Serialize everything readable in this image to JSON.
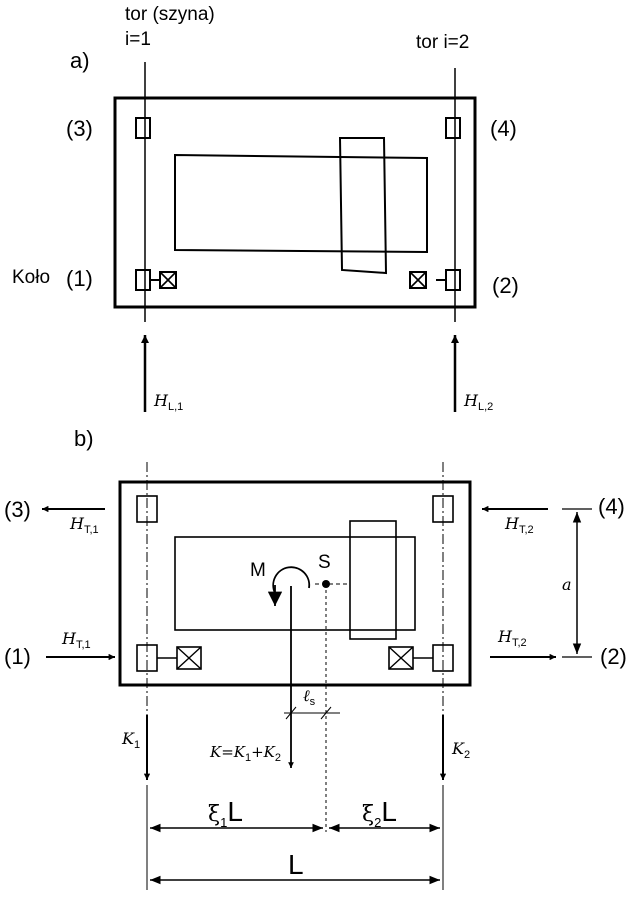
{
  "part_a": {
    "label": "a)",
    "track1_line1": "tor (szyna)",
    "track1_line2": "i=1",
    "track2_label": "tor i=2",
    "wheel3": "(3)",
    "wheel4": "(4)",
    "wheel1_prefix": "Koło",
    "wheel1": "(1)",
    "wheel2": "(2)",
    "force_HL1": {
      "main": "H",
      "sub": "L,1"
    },
    "force_HL2": {
      "main": "H",
      "sub": "L,2"
    }
  },
  "part_b": {
    "label": "b)",
    "wheel3": "(3)",
    "wheel4": "(4)",
    "wheel1": "(1)",
    "wheel2": "(2)",
    "force_HT1_top": {
      "main": "H",
      "sub": "T,1"
    },
    "force_HT2_top": {
      "main": "H",
      "sub": "T,2"
    },
    "force_HT1_bottom": {
      "main": "H",
      "sub": "T,1"
    },
    "force_HT2_bottom": {
      "main": "H",
      "sub": "T,2"
    },
    "moment": "M",
    "center": "S",
    "dim_a": "a",
    "dim_ls": {
      "main": "ℓ",
      "sub": "s"
    },
    "force_K1": {
      "main": "K",
      "sub": "1"
    },
    "force_K2": {
      "main": "K",
      "sub": "2"
    },
    "force_K": {
      "p1": "K=K",
      "s1": "1",
      "p2": "+K",
      "s2": "2"
    },
    "dim_xi1": {
      "greek": "ξ",
      "sub": "1",
      "L": "L"
    },
    "dim_xi2": {
      "greek": "ξ",
      "sub": "2",
      "L": "L"
    },
    "dim_L": "L"
  }
}
